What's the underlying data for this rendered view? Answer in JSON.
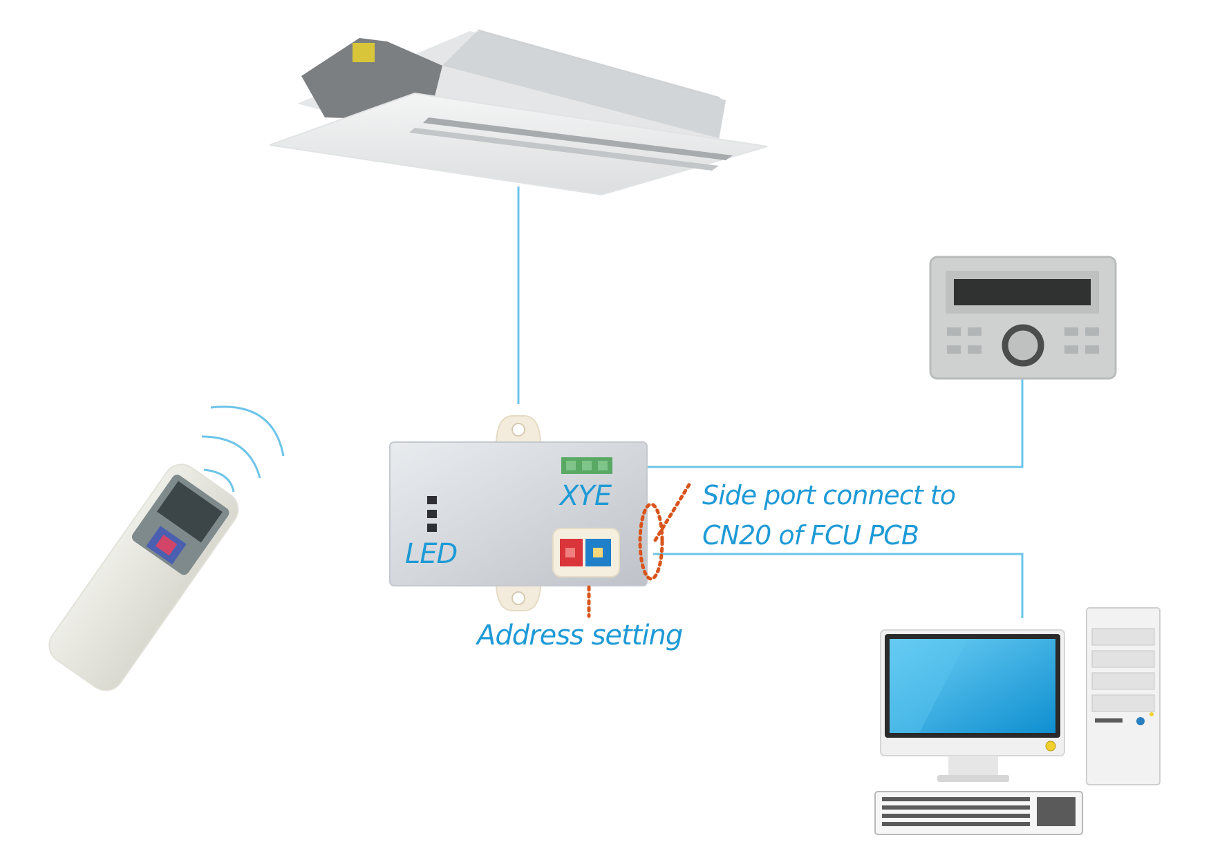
{
  "colors": {
    "connection_line": "#6cc4e8",
    "label_text": "#1e9ad6",
    "dotted_marker": "#d9541c",
    "module_body": "#d3d6dd",
    "screen_blue": "#22a6e3"
  },
  "icons": [
    "ceiling-cassette-unit-icon",
    "wireless-remote-icon",
    "wired-controller-icon",
    "desktop-computer-icon",
    "interface-module-icon"
  ],
  "labels": {
    "xye": "XYE",
    "led": "LED",
    "side_port_line1": "Side port connect to",
    "side_port_line2": "CN20 of FCU PCB",
    "address_setting": "Address setting"
  }
}
